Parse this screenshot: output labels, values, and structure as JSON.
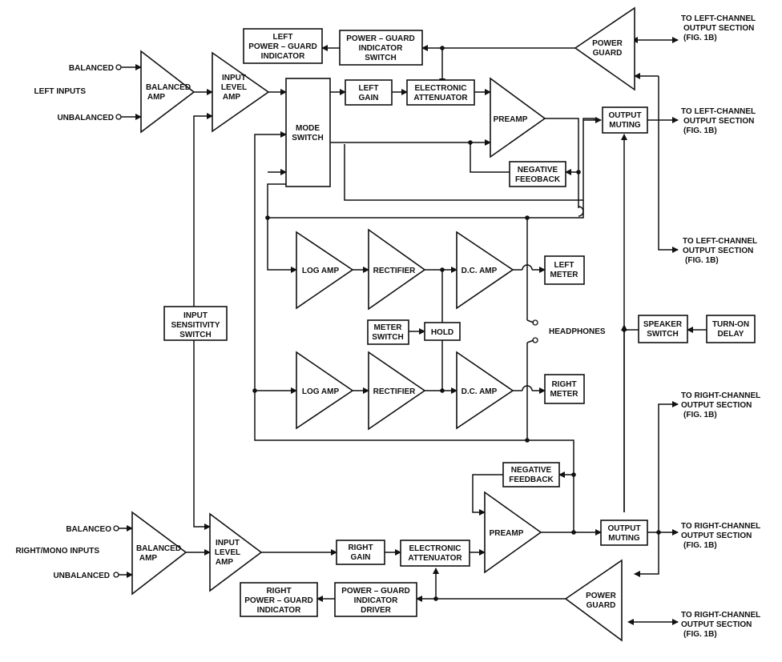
{
  "inputs": {
    "left_title": "LEFT INPUTS",
    "right_title": "RIGHT/MONO INPUTS",
    "left_balanced": "BALANCED",
    "left_unbalanced": "UNBALANCED",
    "right_balanced": "BALANCEO",
    "right_unbalanced": "UNBALANCED"
  },
  "blocks": {
    "balanced_amp": [
      "BALANCED",
      "AMP"
    ],
    "input_level_amp": [
      "INPUT",
      "LEVEL",
      "AMP"
    ],
    "mode_switch": [
      "MODE",
      "SWITCH"
    ],
    "left_gain": [
      "LEFT",
      "GAIN"
    ],
    "right_gain": [
      "RIGHT",
      "GAIN"
    ],
    "electronic_attenuator": [
      "ELECTRONIC",
      "ATTENUATOR"
    ],
    "preamp": "PREAMP",
    "negative_feedback_top": [
      "NEGATIVE",
      "FEEOBACK"
    ],
    "negative_feedback_bottom": [
      "NEGATIVE",
      "FEEDBACK"
    ],
    "power_guard": [
      "POWER",
      "GUARD"
    ],
    "left_pg_indicator": [
      "LEFT",
      "POWER – GUARD",
      "INDICATOR"
    ],
    "pg_indicator_switch": [
      "POWER – GUARD",
      "INDICATOR",
      "SWITCH"
    ],
    "right_pg_indicator": [
      "RIGHT",
      "POWER – GUARD",
      "INDICATOR"
    ],
    "pg_indicator_driver": [
      "POWER – GUARD",
      "INDICATOR",
      "DRIVER"
    ],
    "output_muting": [
      "OUTPUT",
      "MUTING"
    ],
    "log_amp": "LOG AMP",
    "rectifier": "RECTIFIER",
    "dc_amp": "D.C. AMP",
    "left_meter": [
      "LEFT",
      "METER"
    ],
    "right_meter": [
      "RIGHT",
      "METER"
    ],
    "meter_switch": [
      "METER",
      "SWITCH"
    ],
    "hold": "HOLD",
    "headphones": "HEADPHONES",
    "input_sensitivity_switch": [
      "INPUT",
      "SENSITIVITY",
      "SWITCH"
    ],
    "speaker_switch": [
      "SPEAKER",
      "SWITCH"
    ],
    "turn_on_delay": [
      "TURN-ON",
      "DELAY"
    ]
  },
  "outputs": {
    "left_1": [
      "TO LEFT-CHANNEL",
      "OUTPUT SECTION",
      "(FIG. 1B)"
    ],
    "left_2": [
      "TO LEFT-CHANNEL",
      "OUTPUT SECTION",
      "(FIG. 1B)"
    ],
    "left_3": [
      "TO LEFT-CHANNEL",
      "OUTPUT SECTION",
      "(FIG. 1B)"
    ],
    "right_1": [
      "TO RIGHT-CHANNEL",
      "OUTPUT SECTION",
      "(FIG. 1B)"
    ],
    "right_2": [
      "TO RIGHT-CHANNEL",
      "OUTPUT SECTION",
      "(FIG. 1B)"
    ],
    "right_3": [
      "TO RIGHT-CHANNEL",
      "OUTPUT SECTION",
      "(FIG. 1B)"
    ]
  }
}
